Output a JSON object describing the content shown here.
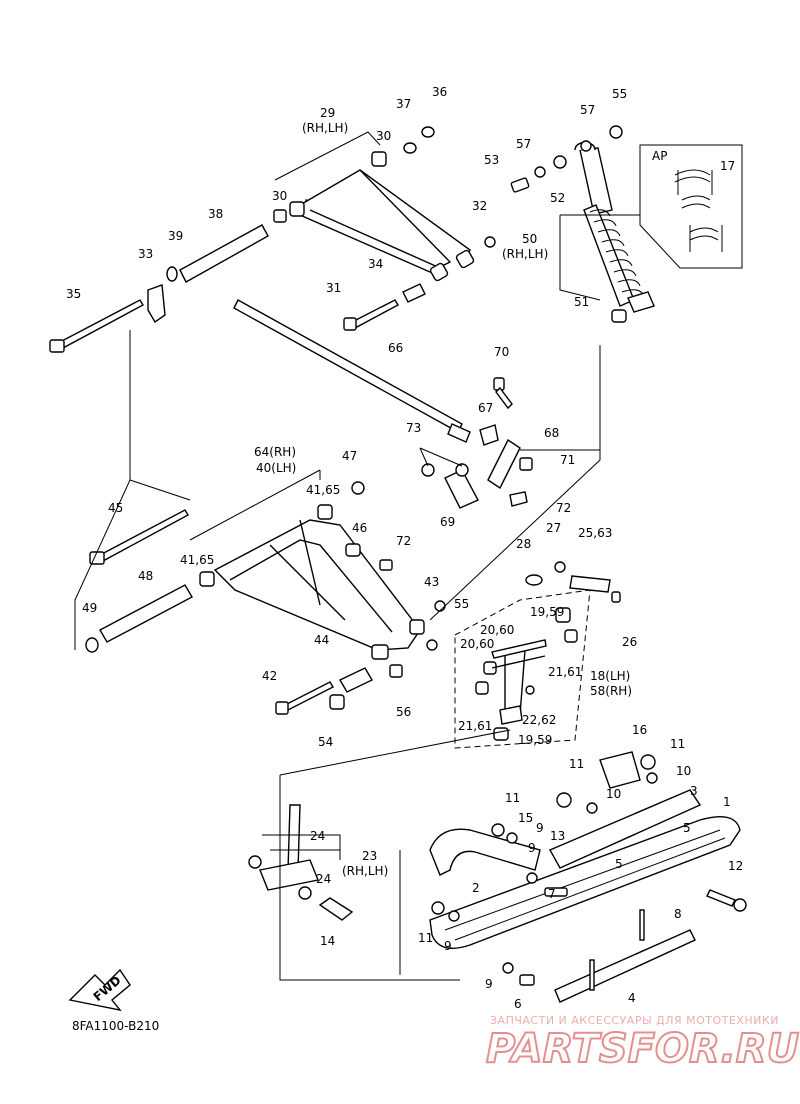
{
  "diagram_code": "8FA1100-B210",
  "fwd_label": "FWD",
  "inset_label": "AP",
  "watermark": {
    "subtitle": "ЗАПЧАСТИ И АКСЕССУАРЫ ДЛЯ МОТОТЕХНИКИ",
    "brand": "PARTSFOR.RU"
  },
  "callouts": {
    "c1": "1",
    "c2": "2",
    "c3": "3",
    "c4": "4",
    "c5a": "5",
    "c5b": "5",
    "c6": "6",
    "c7": "7",
    "c8": "8",
    "c9a": "9",
    "c9b": "9",
    "c9c": "9",
    "c9d": "9",
    "c10a": "10",
    "c10b": "10",
    "c11a": "11",
    "c11b": "11",
    "c11c": "11",
    "c11d": "11",
    "c12": "12",
    "c13": "13",
    "c14": "14",
    "c15": "15",
    "c16": "16",
    "c17": "17",
    "c18": "18(LH)",
    "c58": "58(RH)",
    "c1959a": "19,59",
    "c1959b": "19,59",
    "c2060a": "20,60",
    "c2060b": "20,60",
    "c2161a": "21,61",
    "c2161b": "21,61",
    "c2262": "22,62",
    "c23": "23",
    "c23sub": "(RH,LH)",
    "c24a": "24",
    "c24b": "24",
    "c2563": "25,63",
    "c26": "26",
    "c27": "27",
    "c28": "28",
    "c29": "29",
    "c29sub": "(RH,LH)",
    "c30a": "30",
    "c30b": "30",
    "c31": "31",
    "c32": "32",
    "c33": "33",
    "c34": "34",
    "c35": "35",
    "c36": "36",
    "c37": "37",
    "c38": "38",
    "c39": "39",
    "c4165a": "41,65",
    "c4165b": "41,65",
    "c42": "42",
    "c43": "43",
    "c44": "44",
    "c45": "45",
    "c46": "46",
    "c47": "47",
    "c48": "48",
    "c49": "49",
    "c50": "50",
    "c50sub": "(RH,LH)",
    "c51": "51",
    "c52": "52",
    "c53": "53",
    "c54": "54",
    "c55a": "55",
    "c55b": "55",
    "c56": "56",
    "c57a": "57",
    "c57b": "57",
    "c64": "64(RH)",
    "c40": "40(LH)",
    "c66": "66",
    "c67": "67",
    "c68": "68",
    "c69": "69",
    "c70": "70",
    "c71": "71",
    "c72a": "72",
    "c72b": "72",
    "c73": "73"
  }
}
